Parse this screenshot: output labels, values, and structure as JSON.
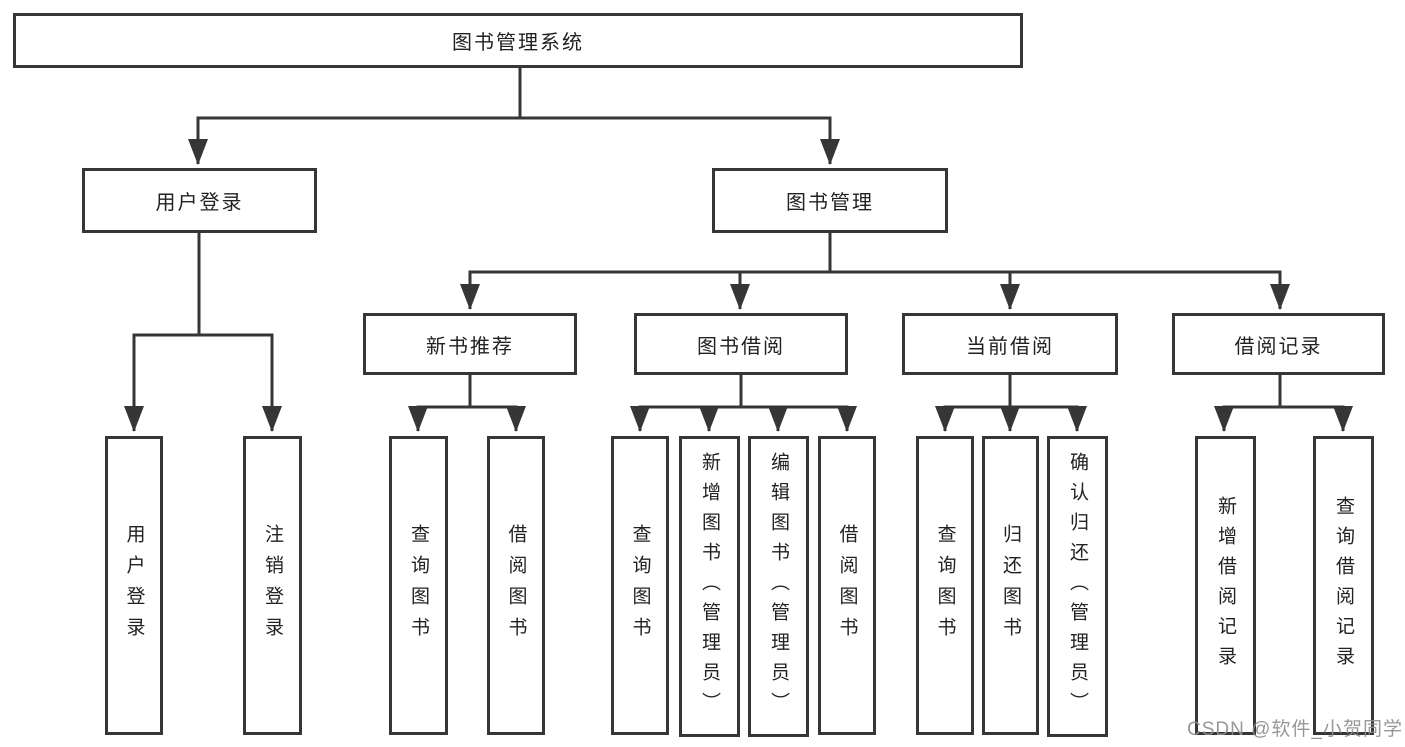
{
  "page": {
    "background": "#ffffff"
  },
  "colors": {
    "line": "#363636",
    "box_border": "#363636",
    "text": "#222222",
    "watermark": "#8f8f8f"
  },
  "tree": {
    "root": {
      "label": "图书管理系统"
    },
    "branches": [
      {
        "label": "用户登录",
        "children": [
          {
            "label": "用户登录"
          },
          {
            "label": "注销登录"
          }
        ]
      },
      {
        "label": "图书管理",
        "children": [
          {
            "label": "新书推荐",
            "children": [
              {
                "label": "查询图书"
              },
              {
                "label": "借阅图书"
              }
            ]
          },
          {
            "label": "图书借阅",
            "children": [
              {
                "label": "查询图书"
              },
              {
                "label": "新增图书（管理员）"
              },
              {
                "label": "编辑图书（管理员）"
              },
              {
                "label": "借阅图书"
              }
            ]
          },
          {
            "label": "当前借阅",
            "children": [
              {
                "label": "查询图书"
              },
              {
                "label": "归还图书"
              },
              {
                "label": "确认归还（管理员）"
              }
            ]
          },
          {
            "label": "借阅记录",
            "children": [
              {
                "label": "新增借阅记录"
              },
              {
                "label": "查询借阅记录"
              }
            ]
          }
        ]
      }
    ]
  },
  "watermark": {
    "text": "CSDN @软件_小贺同学"
  }
}
